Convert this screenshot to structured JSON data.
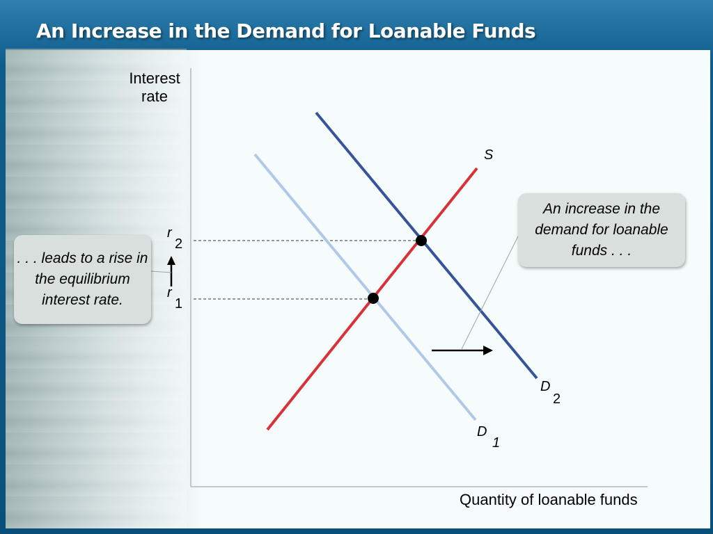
{
  "slide": {
    "title": "An Increase in the Demand for Loanable Funds"
  },
  "axes": {
    "y_label_line1": "Interest",
    "y_label_line2": "rate",
    "x_label": "Quantity of loanable funds"
  },
  "curves": {
    "supply_label": "S",
    "demand1_label": "D",
    "demand1_sub": "1",
    "demand2_label": "D",
    "demand2_sub": "2",
    "supply_color": "#d9303a",
    "demand1_color": "#b1c9e8",
    "demand2_color": "#36549c"
  },
  "rates": {
    "r1_label": "r",
    "r1_sub": "1",
    "r2_label": "r",
    "r2_sub": "2"
  },
  "callouts": {
    "right_text": "An increase in the demand for loanable funds . . .",
    "left_text": ". . . leads to a rise in the equilibrium interest rate."
  }
}
